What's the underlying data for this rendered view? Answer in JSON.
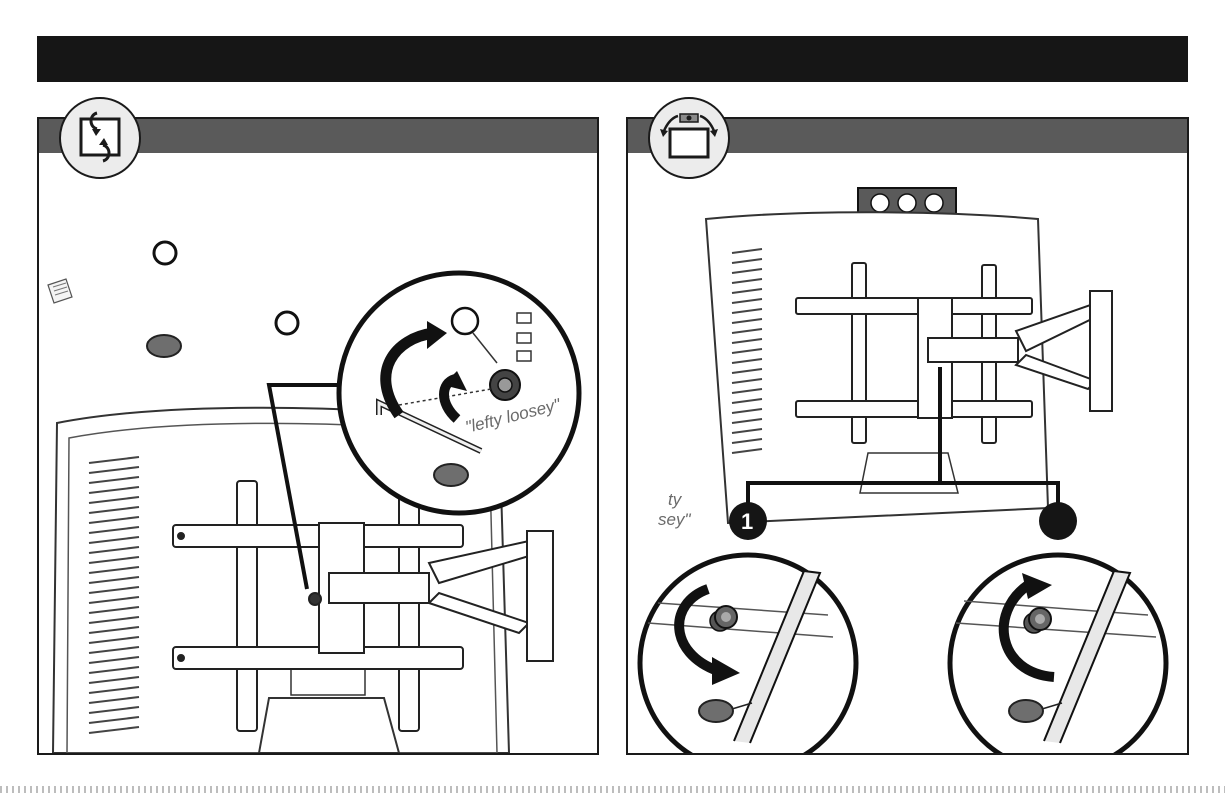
{
  "left_panel": {
    "callout_text": "\"lefty loosey\""
  },
  "right_panel": {
    "callout_partial_line1": "ty",
    "callout_partial_line2": "sey\"",
    "step_one_label": "1"
  },
  "icons": {
    "left_step": "rotate-arrows-icon",
    "right_step": "tilt-level-icon",
    "note": "note-icon"
  },
  "colors": {
    "header": "#161616",
    "panel_head": "#5a5a5a",
    "marker_gray": "#6e6e6e",
    "line": "#1a1a1a"
  }
}
